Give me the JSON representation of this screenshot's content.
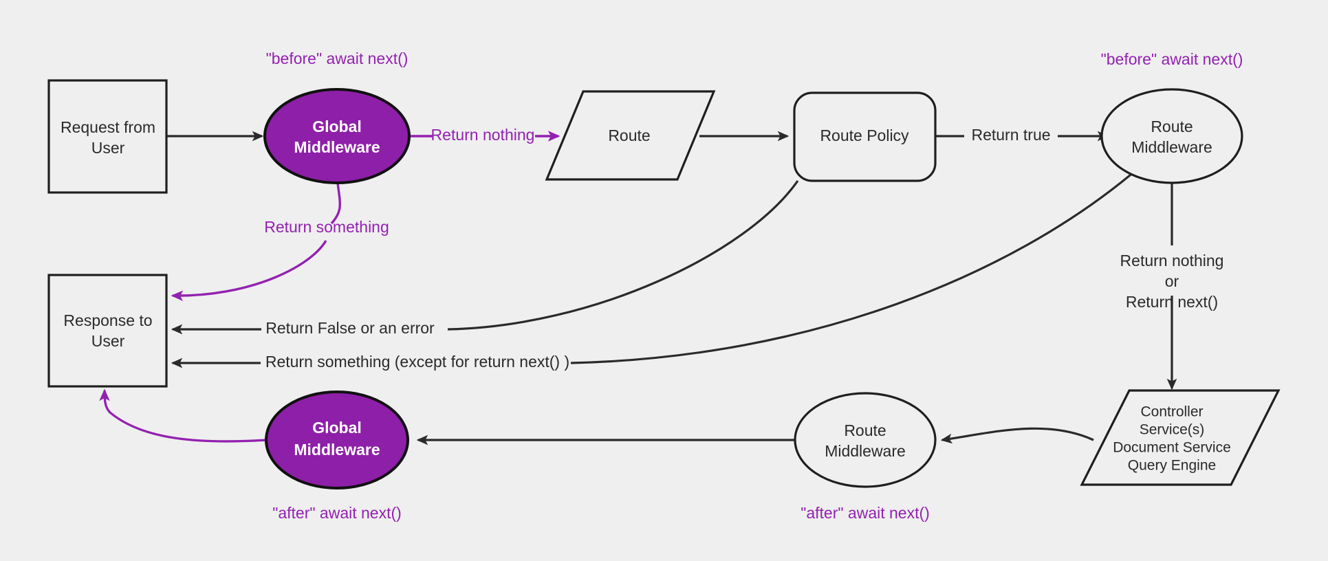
{
  "diagram": {
    "title": "Middleware request/response flow",
    "background_color": "#efefef",
    "accent_color": "#9321B0",
    "line_color": "#2a2a2a",
    "nodes": {
      "request_from_user": {
        "line1": "Request from",
        "line2": "User",
        "shape": "rectangle"
      },
      "global_middleware_before": {
        "line1": "Global",
        "line2": "Middleware",
        "shape": "ellipse",
        "fill": "#8E1FA8"
      },
      "route": {
        "line1": "Route",
        "shape": "parallelogram"
      },
      "route_policy": {
        "line1": "Route Policy",
        "shape": "rounded-rectangle"
      },
      "route_middleware_before": {
        "line1": "Route",
        "line2": "Middleware",
        "shape": "ellipse"
      },
      "controller": {
        "line1": "Controller",
        "line2": "Service(s)",
        "line3": "Document Service",
        "line4": "Query Engine",
        "shape": "parallelogram"
      },
      "route_middleware_after": {
        "line1": "Route",
        "line2": "Middleware",
        "shape": "ellipse"
      },
      "global_middleware_after": {
        "line1": "Global",
        "line2": "Middleware",
        "shape": "ellipse",
        "fill": "#8E1FA8"
      },
      "response_to_user": {
        "line1": "Response to",
        "line2": "User",
        "shape": "rectangle"
      }
    },
    "annotations": {
      "before_global": "\"before\" await next()",
      "before_route": "\"before\" await next()",
      "after_global": "\"after\" await next()",
      "after_route": "\"after\" await next()"
    },
    "edges": {
      "return_nothing": "Return nothing",
      "return_something": "Return something",
      "return_true": "Return true",
      "return_false_or_error": "Return False or an error",
      "return_something_except": "Return something (except for return next() )",
      "return_nothing_or_next_l1": "Return nothing",
      "return_nothing_or_next_l2": "or",
      "return_nothing_or_next_l3": "Return next()"
    }
  }
}
